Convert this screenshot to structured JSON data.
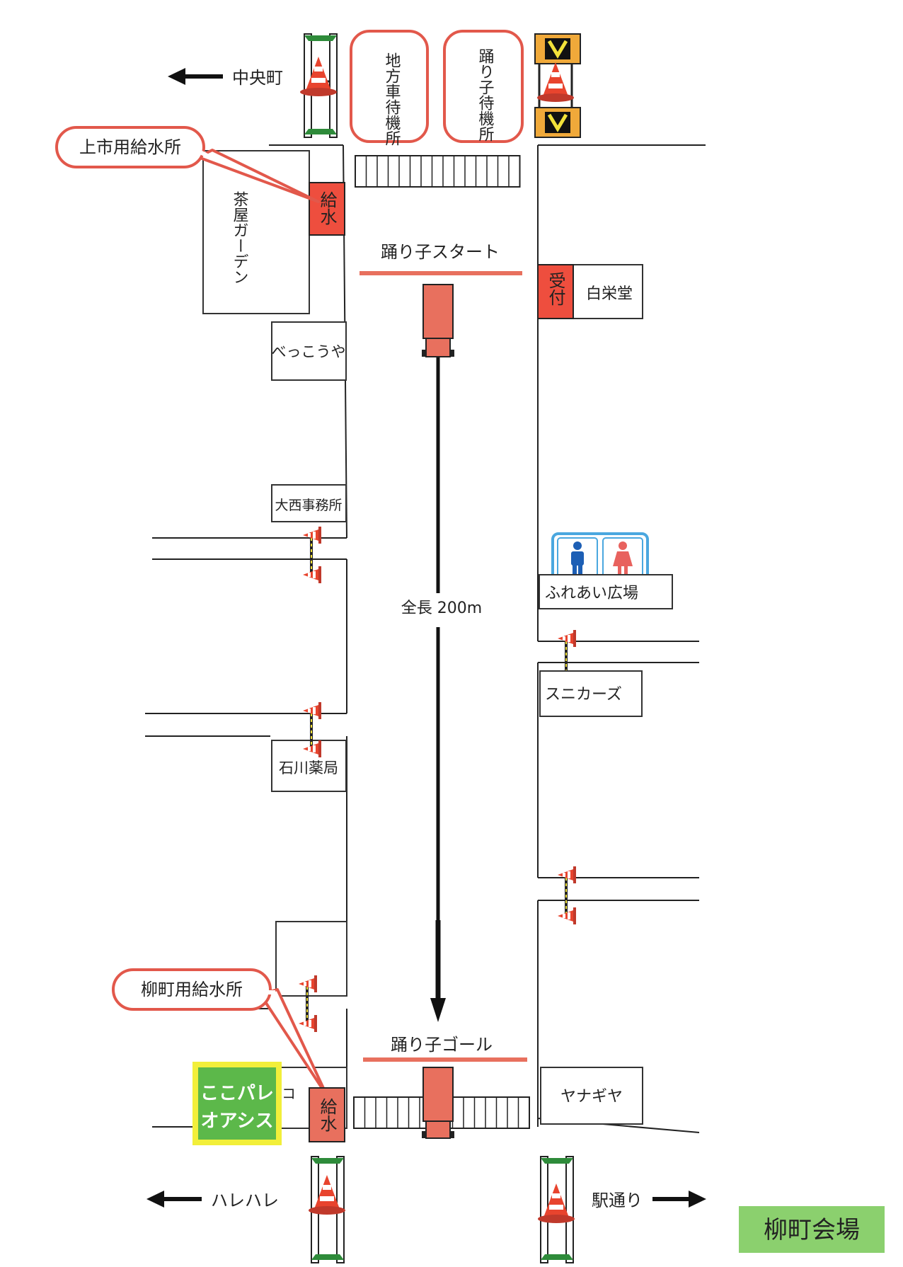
{
  "venue": {
    "title": "柳町会場",
    "bg": "#8bd06e"
  },
  "directions": {
    "chuo": "中央町",
    "harehare": "ハレハレ",
    "station": "駅通り"
  },
  "waiting": {
    "regional": "地方車待機所",
    "dancer": "踊り子待機所"
  },
  "water": {
    "kamiichi_label": "上市用給水所",
    "yanagimachi_label": "柳町用給水所",
    "station_text": "給水"
  },
  "reception": "受付",
  "route": {
    "start": "踊り子スタート",
    "goal": "踊り子ゴール",
    "length": "全長 200m"
  },
  "shops": {
    "garden": "茶屋ガーデン",
    "bekkouya": "べっこうや",
    "onishi": "大西事務所",
    "ishikawa": "石川薬局",
    "hakueido": "白栄堂",
    "fureai": "ふれあい広場",
    "sneakers": "スニカーズ",
    "yanagiya": "ヤナギヤ",
    "ko": "コ"
  },
  "oasis": {
    "line1": "ここパレ",
    "line2": "オアシス",
    "bg": "#5cb84a",
    "border": "#f2ef3a"
  },
  "colors": {
    "accent": "#e8705e",
    "water_fill": "#ee4e3e",
    "toilet_border": "#4aa7df",
    "male": "#1d5fb5",
    "female": "#e8625e"
  },
  "icons": [
    "arrow-left-icon",
    "arrow-right-icon",
    "traffic-cone-icon",
    "barricade-icon",
    "toilet-male-icon",
    "toilet-female-icon",
    "float-truck-icon"
  ]
}
